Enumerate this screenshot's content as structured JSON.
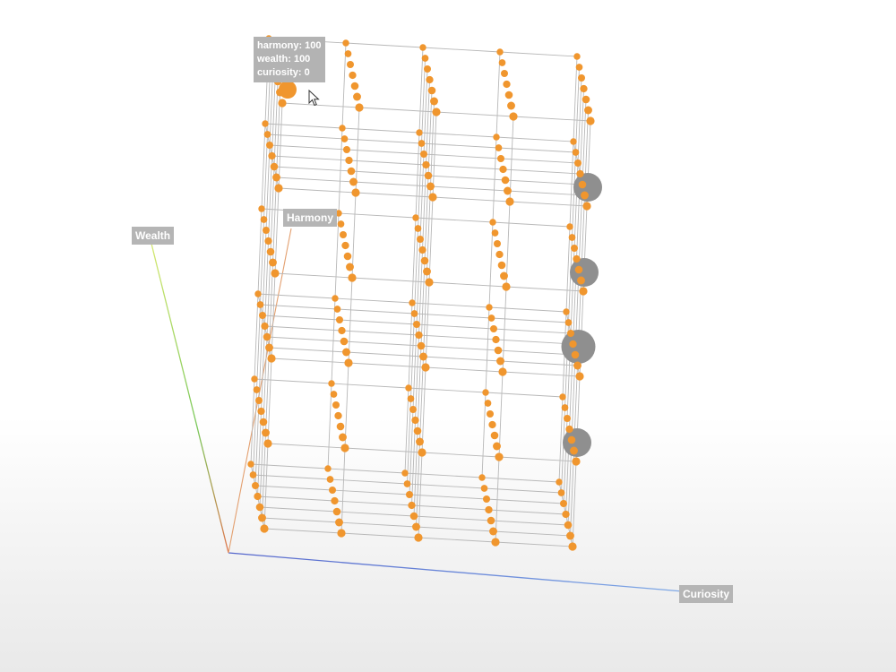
{
  "axes": {
    "wealth_label": "Wealth",
    "harmony_label": "Harmony",
    "curiosity_label": "Curiosity"
  },
  "tooltip": {
    "line1": "harmony: 100",
    "line2": "wealth: 100",
    "line3": "curiosity: 0"
  },
  "colors": {
    "node": "#f0962e",
    "highlight_node": "#8f8f8f",
    "edge": "#b8b8b8",
    "axis_wealth": "#9ad86a",
    "axis_curiosity": "#6f86e0",
    "axis_harmony": "#e07a5f"
  },
  "icons": [
    "mouse-pointer-icon"
  ]
}
